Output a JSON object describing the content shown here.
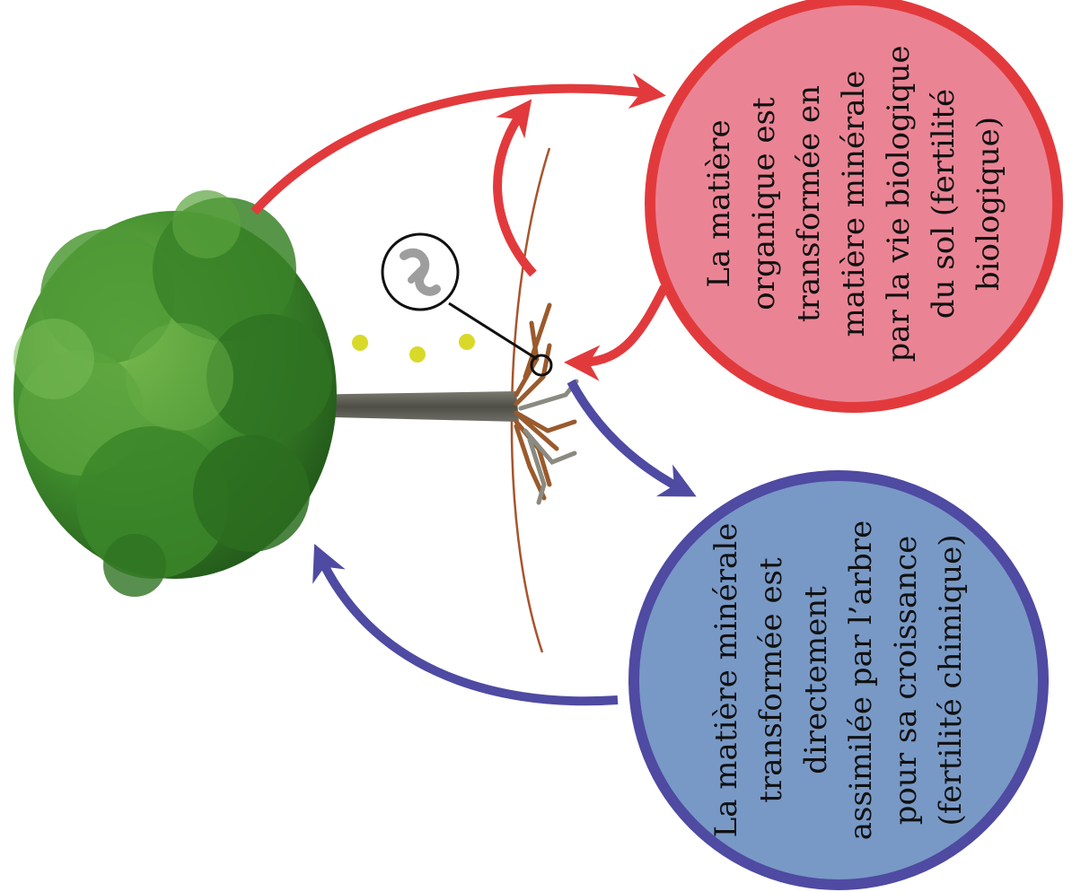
{
  "colors": {
    "red_accent": "#e23a3c",
    "red_fill": "#ea8495",
    "blue_accent": "#4f4aa2",
    "blue_fill": "#7899c6",
    "foliage": "#3e8a2c",
    "trunk": "#5d5d55",
    "root": "#9a5a2c",
    "soil_line": "#a8542c",
    "sun_dots": "#d9d92a"
  },
  "icons": {
    "microbe": "microbe-magnifier-icon",
    "tree": "tree-illustration"
  },
  "diagram": {
    "biological_circle": {
      "lines": [
        "La matière",
        "organique est",
        "transformée en",
        "matière minérale",
        "par la vie biologique",
        "du sol (fertilité",
        "biologique)"
      ]
    },
    "chemical_circle": {
      "lines": [
        "La matière minérale",
        "transformée est",
        "directement",
        "assimilée par l’arbre",
        "pour sa croissance",
        "(fertilité chimique)"
      ]
    }
  }
}
